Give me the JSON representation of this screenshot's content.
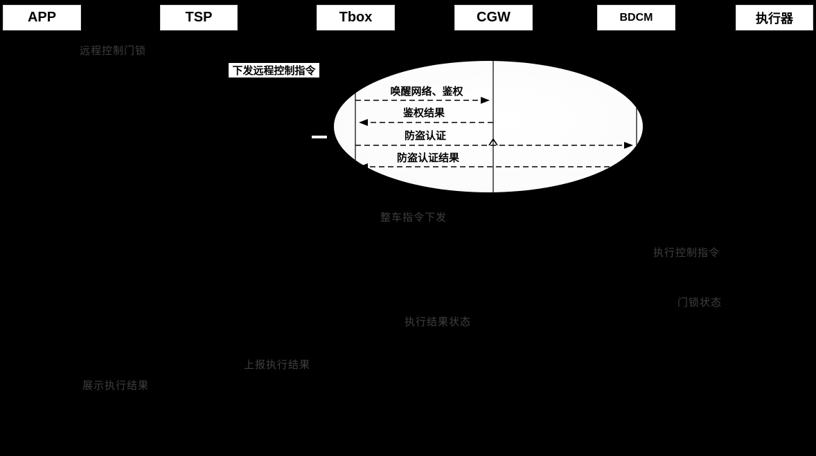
{
  "colors": {
    "background": "#000000",
    "lifeline_box_fill": "#ffffff",
    "lifeline_box_text": "#000000",
    "ellipse_fill": "#ffffff",
    "arrow_color": "#000000",
    "muted_label_color": "#3f3f3f",
    "highlight_label_bg": "#ffffff"
  },
  "lifelines": [
    {
      "label": "APP"
    },
    {
      "label": "TSP"
    },
    {
      "label": "Tbox"
    },
    {
      "label": "CGW"
    },
    {
      "label": "BDCM"
    },
    {
      "label": "执行器"
    }
  ],
  "flow_labels": {
    "remote_control_lock": "远程控制门锁",
    "send_remote_control_cmd": "下发远程控制指令",
    "vehicle_cmd_dispatch": "整车指令下发",
    "execute_control_cmd": "执行控制指令",
    "door_lock_status": "门锁状态",
    "exec_result_status": "执行结果状态",
    "report_exec_result": "上报执行结果",
    "display_exec_result": "展示执行结果"
  },
  "auth_sequence": {
    "wake_network_auth": "唤醒网络、鉴权",
    "auth_result": "鉴权结果",
    "anti_theft_auth": "防盗认证",
    "anti_theft_auth_result": "防盗认证结果"
  }
}
